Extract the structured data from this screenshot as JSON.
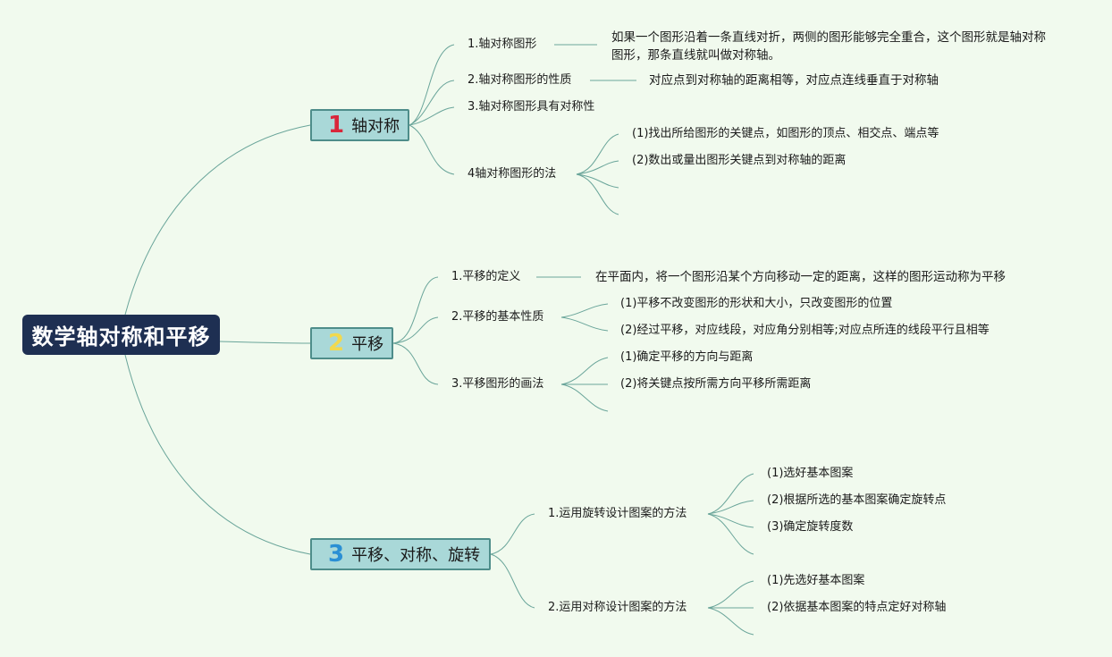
{
  "root": "数学轴对称和平移",
  "colors": {
    "root_bg": "#1e2f52",
    "branch_bg": "#a9d8d8",
    "branch_border": "#4e8d8a",
    "num1": "#d9263a",
    "num2": "#f2d94e",
    "num3": "#2a8fd4",
    "link": "#6aa59a"
  },
  "branches": [
    {
      "num": "1",
      "label": "轴对称",
      "children": [
        {
          "label": "1.轴对称图形",
          "desc": "如果一个图形沿着一条直线对折，两侧的图形能够完全重合，这个图形就是轴对称图形，那条直线就叫做对称轴。"
        },
        {
          "label": "2.轴对称图形的性质",
          "desc": "对应点到对称轴的距离相等，对应点连线垂直于对称轴"
        },
        {
          "label": "3.轴对称图形具有对称性"
        },
        {
          "label": "4轴对称图形的法",
          "items": [
            "(1)找出所给图形的关键点，如图形的顶点、相交点、端点等",
            "(2)数出或量出图形关键点到对称轴的距离"
          ]
        }
      ]
    },
    {
      "num": "2",
      "label": "平移",
      "children": [
        {
          "label": "1.平移的定义",
          "desc": "在平面内，将一个图形沿某个方向移动一定的距离，这样的图形运动称为平移"
        },
        {
          "label": "2.平移的基本性质",
          "items": [
            "(1)平移不改变图形的形状和大小，只改变图形的位置",
            "(2)经过平移，对应线段，对应角分别相等;对应点所连的线段平行且相等"
          ]
        },
        {
          "label": "3.平移图形的画法",
          "items": [
            "(1)确定平移的方向与距离",
            "(2)将关键点按所需方向平移所需距离"
          ]
        }
      ]
    },
    {
      "num": "3",
      "label": "平移、对称、旋转",
      "children": [
        {
          "label": "1.运用旋转设计图案的方法",
          "items": [
            "(1)选好基本图案",
            "(2)根据所选的基本图案确定旋转点",
            "(3)确定旋转度数"
          ]
        },
        {
          "label": "2.运用对称设计图案的方法",
          "items": [
            "(1)先选好基本图案",
            "(2)依据基本图案的特点定好对称轴"
          ]
        }
      ]
    }
  ]
}
